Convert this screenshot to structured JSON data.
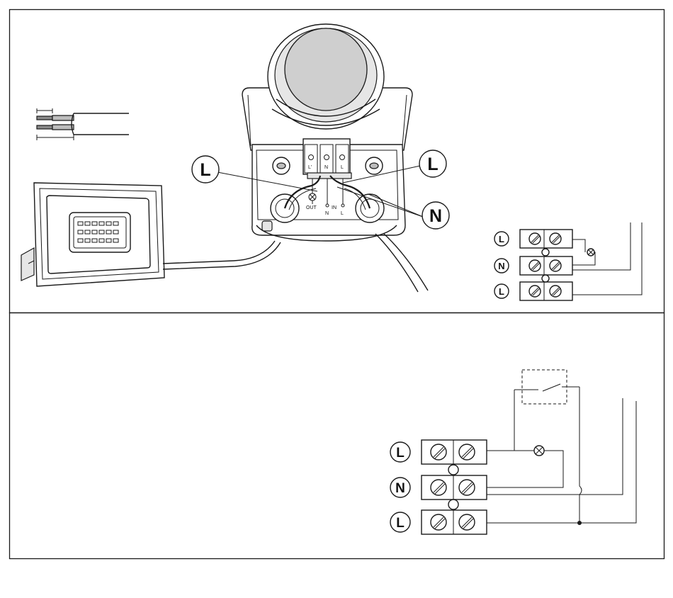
{
  "labels": {
    "l": "L",
    "n": "N"
  },
  "terminal_labels": {
    "l_prime": "L'",
    "n": "N",
    "l": "L",
    "out": "OUT",
    "in": "IN",
    "n_bottom": "N",
    "l_bottom": "L"
  }
}
